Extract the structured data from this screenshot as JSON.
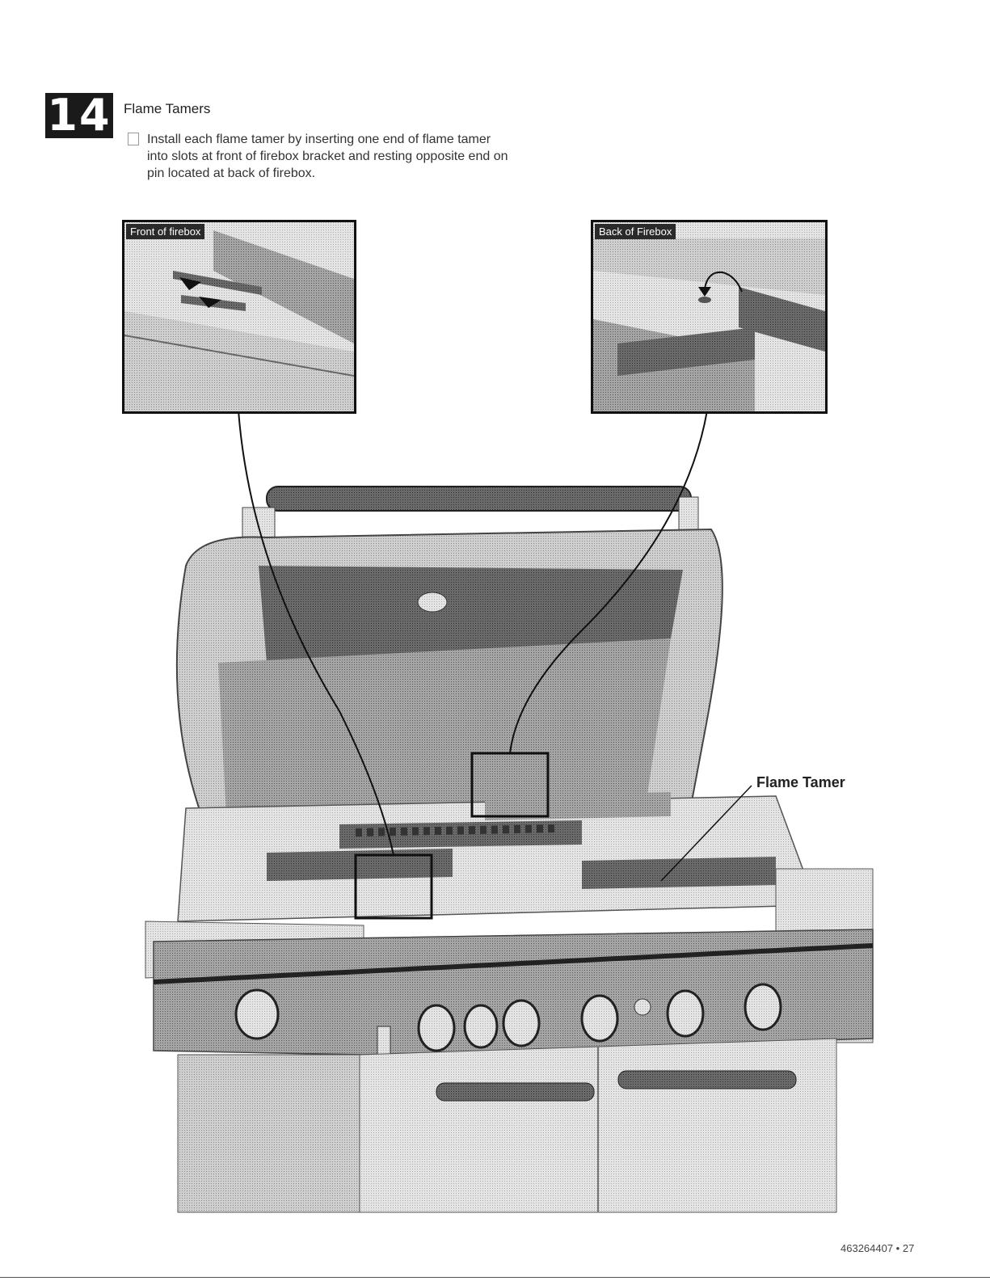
{
  "step": {
    "number": "14",
    "title": "Flame Tamers",
    "instruction": "Install each flame tamer by inserting one end of flame tamer into slots at front of firebox bracket and resting opposite end on pin located at back of firebox."
  },
  "insets": {
    "front_label": "Front of firebox",
    "back_label": "Back of Firebox"
  },
  "callout": {
    "flame_tamer": "Flame Tamer"
  },
  "footer": {
    "page_ref": "463264407 • 27"
  }
}
